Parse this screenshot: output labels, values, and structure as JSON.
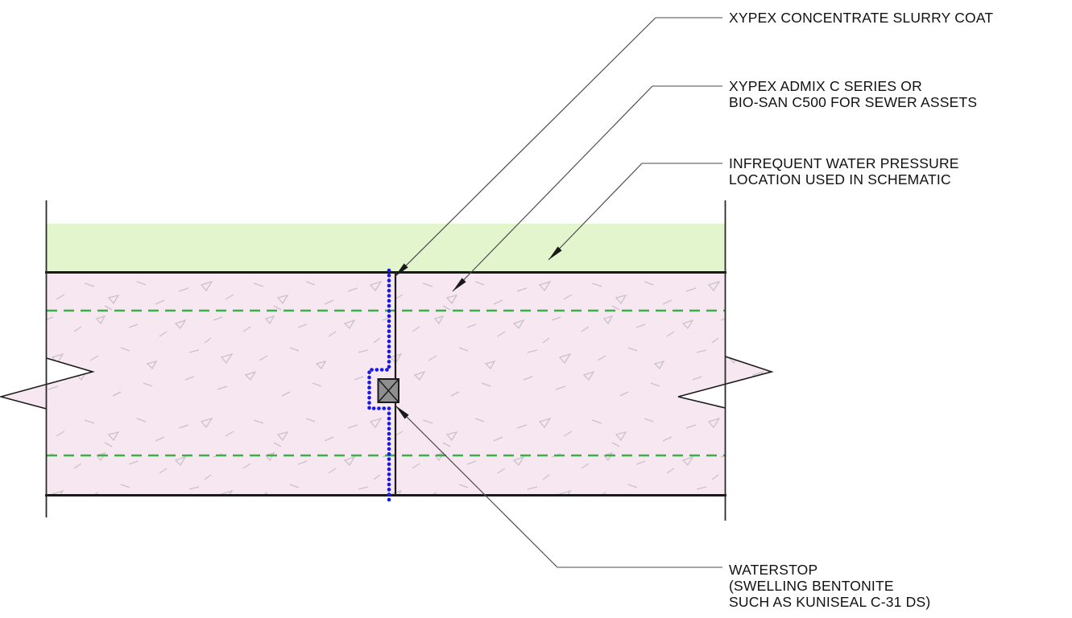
{
  "drawing": {
    "type": "construction-joint-waterproofing-detail",
    "annotations": [
      {
        "id": "slurry-coat",
        "lines": [
          "XYPEX CONCENTRATE SLURRY COAT"
        ]
      },
      {
        "id": "admix",
        "lines": [
          "XYPEX ADMIX C SERIES OR",
          "BIO-SAN C500 FOR SEWER ASSETS"
        ]
      },
      {
        "id": "water-pressure",
        "lines": [
          "INFREQUENT WATER PRESSURE",
          "LOCATION USED IN SCHEMATIC"
        ]
      },
      {
        "id": "waterstop",
        "lines": [
          "WATERSTOP",
          "(SWELLING BENTONITE",
          "SUCH AS KUNISEAL C-31 DS)"
        ]
      }
    ],
    "colors": {
      "concrete_fill": "#f7e7f0",
      "surface_band_fill": "#e3f5cc",
      "rebar_dash_green": "#3bb04a",
      "waterstop_blue": "#1717ef",
      "waterstop_block_gray": "#8f8f8f",
      "outline_black": "#1a1a1a",
      "cut_line_gray": "#2b2b2b",
      "leader_diagonal_gray": "#4d4d4d",
      "leader_horizontal_gray": "#858585",
      "texture_gray": "#c9c2cb",
      "label_text": "#111111",
      "page_bg": "#ffffff"
    }
  }
}
